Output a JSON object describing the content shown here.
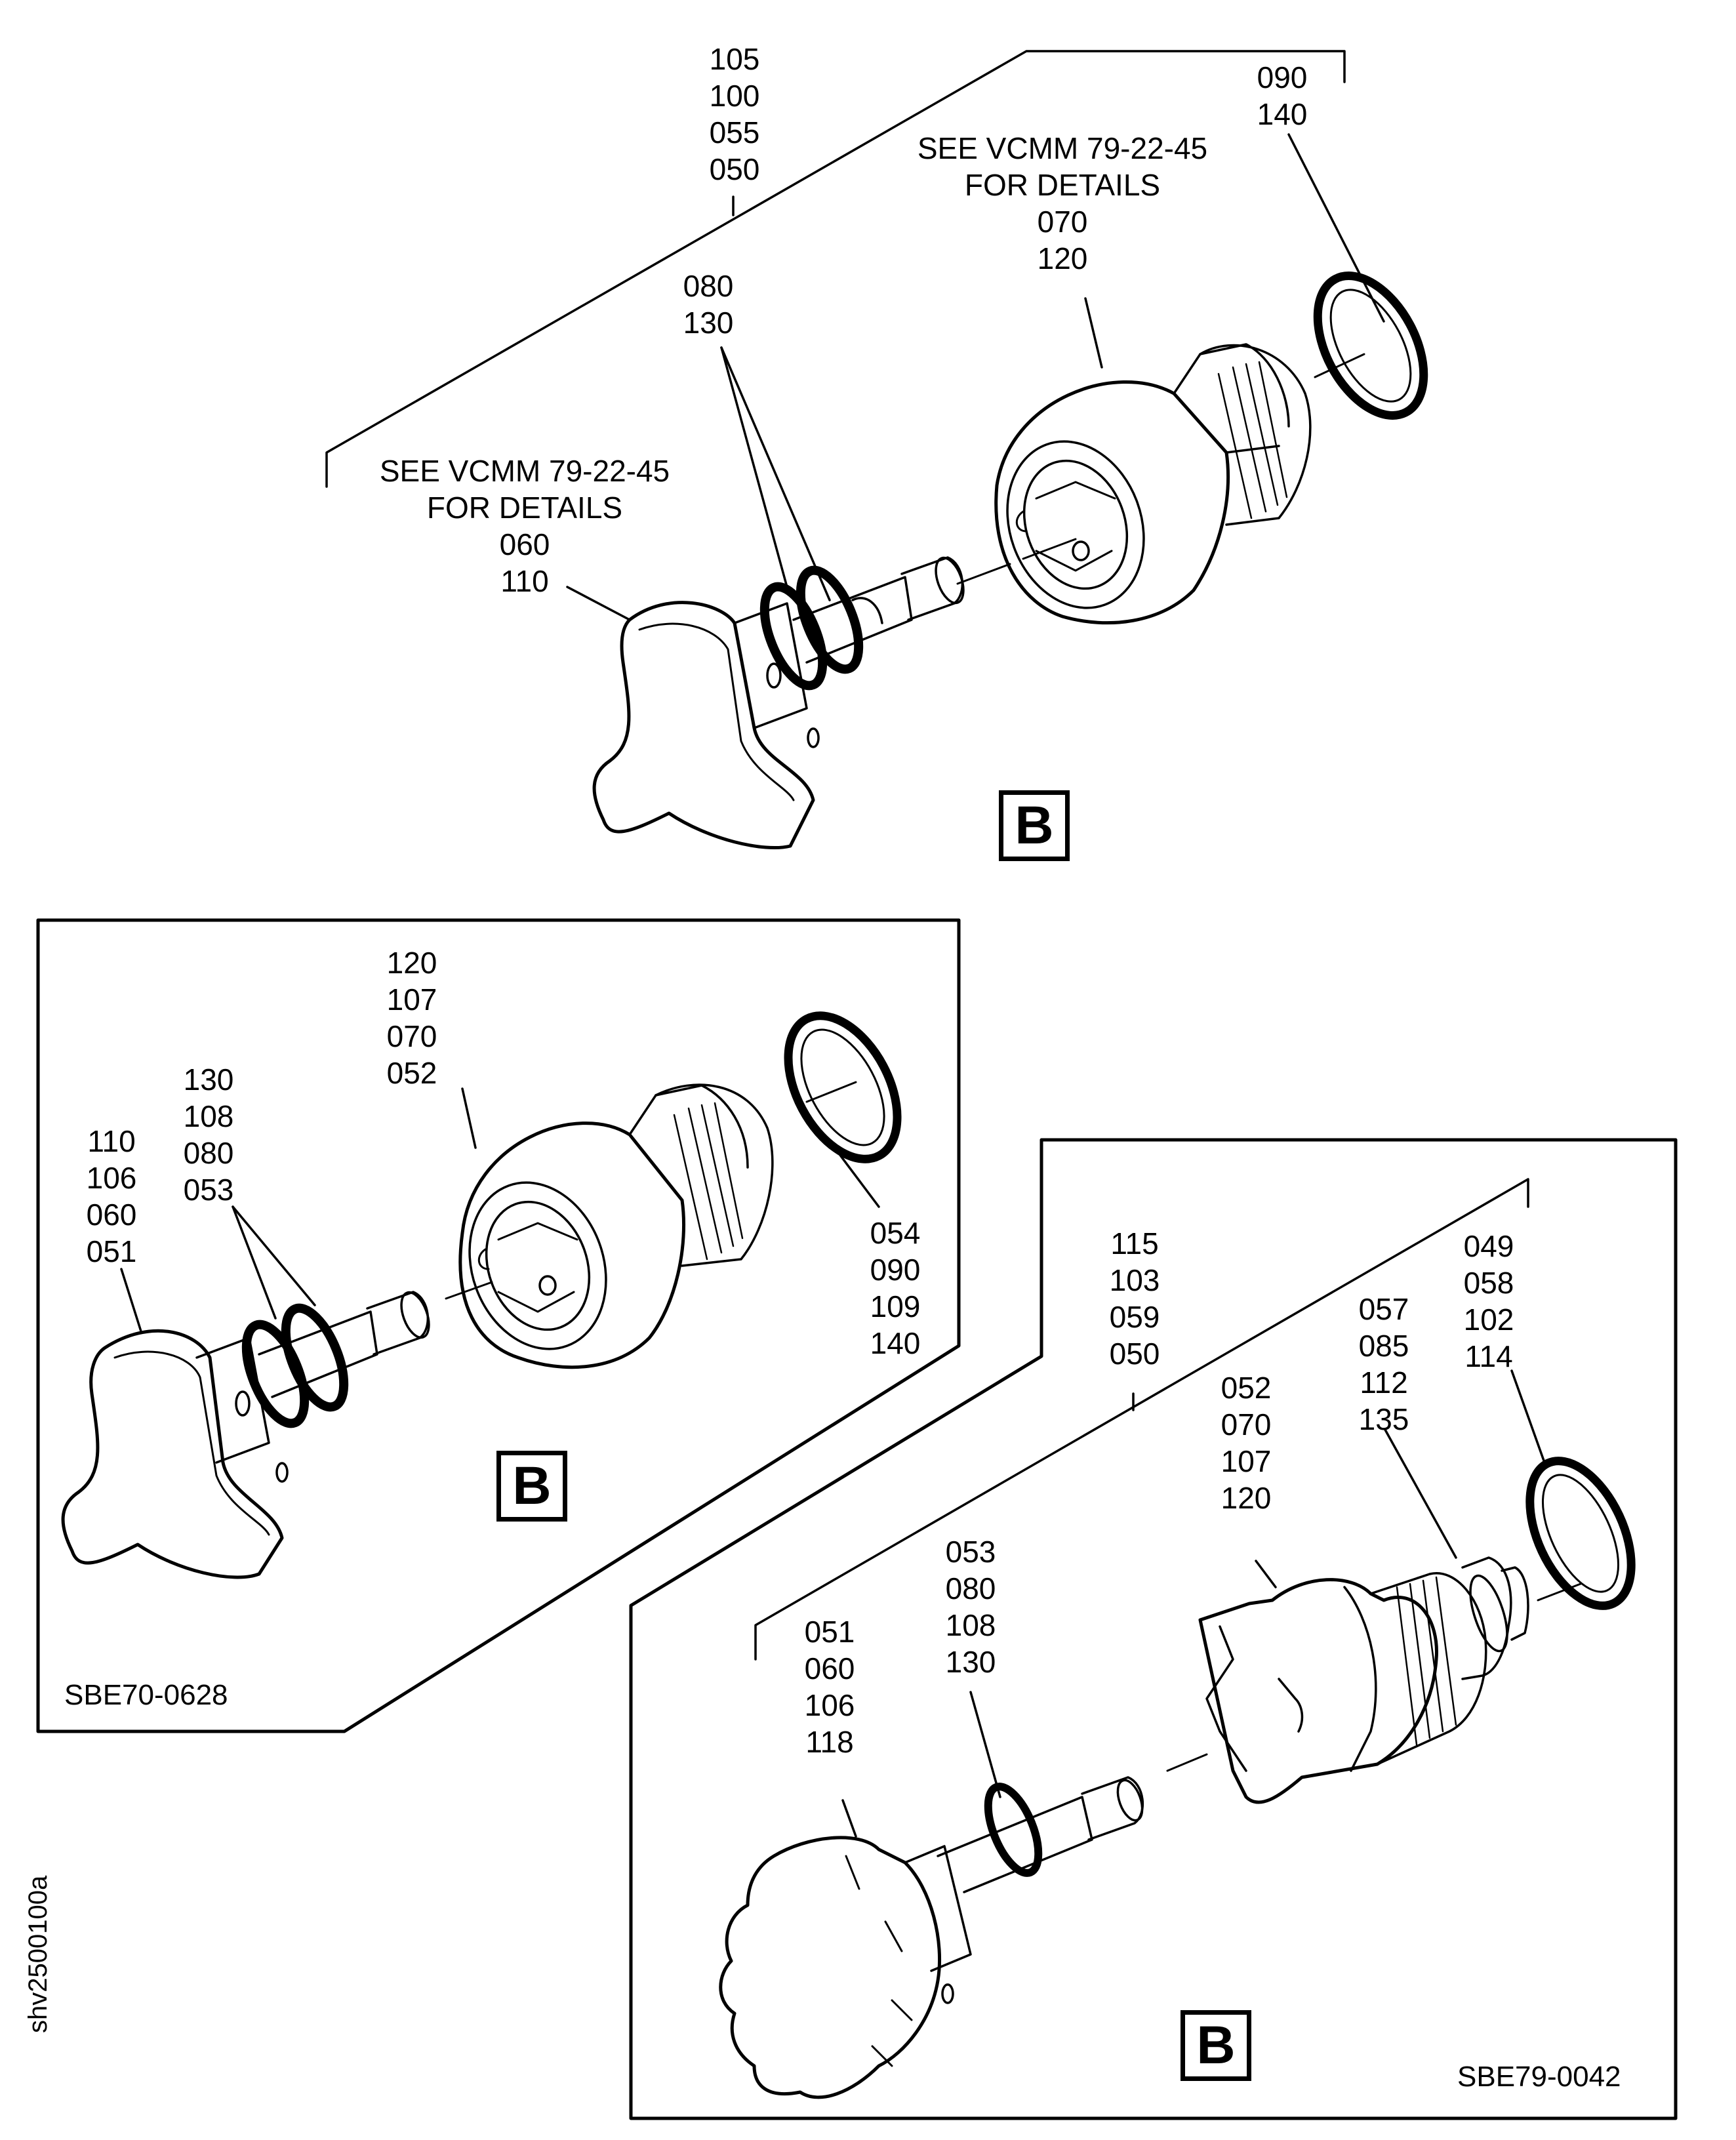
{
  "figure_id": "shv2500100a",
  "view_top": {
    "group_assembly": [
      "105",
      "100",
      "055",
      "050"
    ],
    "ring": [
      "090",
      "140"
    ],
    "body_note": [
      "SEE VCMM 79-22-45",
      "FOR DETAILS",
      "070",
      "120"
    ],
    "seals": [
      "080",
      "130"
    ],
    "handle_note": [
      "SEE VCMM 79-22-45",
      "FOR DETAILS",
      "060",
      "110"
    ],
    "view_letter": "B"
  },
  "view_left": {
    "body": [
      "120",
      "107",
      "070",
      "052"
    ],
    "seals": [
      "130",
      "108",
      "080",
      "053"
    ],
    "handle": [
      "110",
      "106",
      "060",
      "051"
    ],
    "ring": [
      "054",
      "090",
      "109",
      "140"
    ],
    "view_letter": "B",
    "code": "SBE70-0628"
  },
  "view_right": {
    "group_assembly": [
      "115",
      "103",
      "059",
      "050"
    ],
    "ring": [
      "049",
      "058",
      "102",
      "114"
    ],
    "nipple": [
      "057",
      "085",
      "112",
      "135"
    ],
    "body": [
      "052",
      "070",
      "107",
      "120"
    ],
    "seals": [
      "053",
      "080",
      "108",
      "130"
    ],
    "handle": [
      "051",
      "060",
      "106",
      "118"
    ],
    "view_letter": "B",
    "code": "SBE79-0042"
  }
}
